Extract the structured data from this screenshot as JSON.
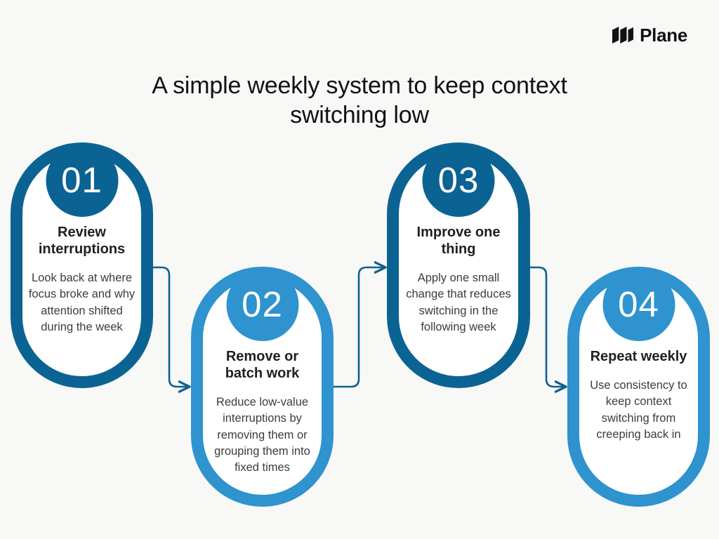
{
  "brand": {
    "name": "Plane",
    "logo_icon": "plane-logo-icon"
  },
  "header": {
    "title": "A simple weekly system to keep context switching low"
  },
  "colors": {
    "background": "#f8f8f7",
    "dark_blue": "#0b6394",
    "light_blue": "#2e93ce",
    "title_text": "#121212",
    "body_text": "#3c3c3c"
  },
  "steps": [
    {
      "number": "01",
      "title": "Review interruptions",
      "description": "Look back at where focus broke and why attention shifted during the week",
      "accent": "#0b6394"
    },
    {
      "number": "02",
      "title": "Remove or batch work",
      "description": "Reduce low-value interruptions by removing them or grouping them into fixed times",
      "accent": "#2e93ce"
    },
    {
      "number": "03",
      "title": "Improve one thing",
      "description": "Apply one small change that reduces switching in the following week",
      "accent": "#0b6394"
    },
    {
      "number": "04",
      "title": "Repeat weekly",
      "description": "Use consistency to keep context switching from creeping back in",
      "accent": "#0b6394"
    }
  ],
  "connectors": [
    {
      "from": "01",
      "to": "02",
      "direction": "down-right"
    },
    {
      "from": "02",
      "to": "03",
      "direction": "up-right"
    },
    {
      "from": "03",
      "to": "04",
      "direction": "down-right"
    }
  ]
}
